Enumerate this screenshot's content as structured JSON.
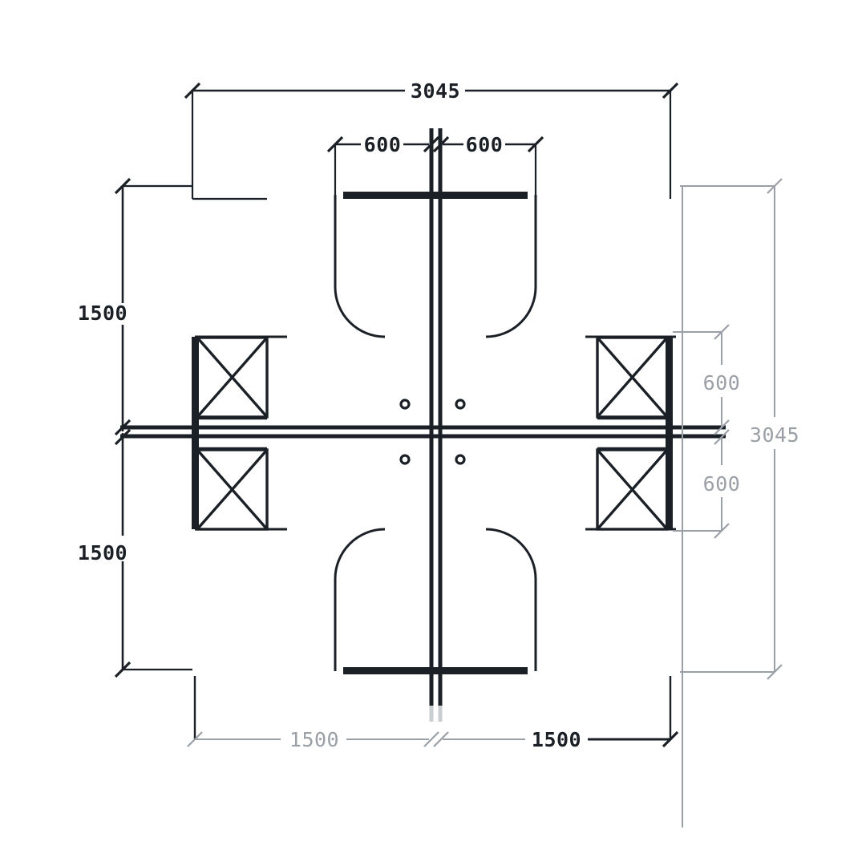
{
  "drawing": {
    "title": "Cross-shaped structural plan view",
    "type": "cad-plan",
    "units": "mm",
    "colors": {
      "structure": "#1b2026",
      "dimension_black": "#1b2026",
      "dimension_gray": "#9aa0a6",
      "background": "#ffffff"
    }
  },
  "dimensions": {
    "top_overall": "3045",
    "top_left_inner": "600",
    "top_right_inner": "600",
    "left_upper": "1500",
    "left_lower": "1500",
    "right_overall": "3045",
    "right_upper": "600",
    "right_lower": "600",
    "bottom_left": "1500",
    "bottom_right": "1500"
  },
  "features": {
    "braced_box_count": 4,
    "circle_count": 4,
    "arm_count": 4,
    "fillet_count": 4,
    "centerline": "double-line cross axes"
  }
}
